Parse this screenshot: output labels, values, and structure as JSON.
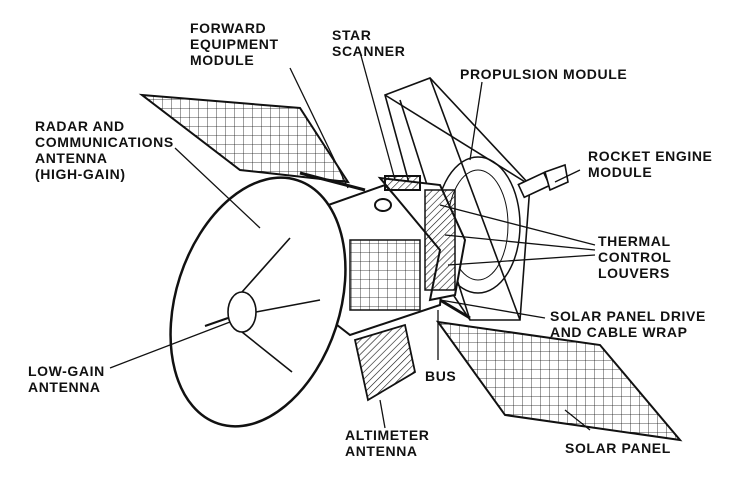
{
  "labels": {
    "forward_equipment_module": "FORWARD\nEQUIPMENT\nMODULE",
    "star_scanner": "STAR\nSCANNER",
    "propulsion_module": "PROPULSION MODULE",
    "radar_antenna": "RADAR AND\nCOMMUNICATIONS\nANTENNA\n(HIGH-GAIN)",
    "rocket_engine_module": "ROCKET ENGINE\nMODULE",
    "thermal_control_louvers": "THERMAL\nCONTROL\nLOUVERS",
    "solar_panel_drive": "SOLAR PANEL DRIVE\nAND CABLE WRAP",
    "low_gain_antenna": "LOW-GAIN\nANTENNA",
    "bus": "BUS",
    "altimeter_antenna": "ALTIMETER\nANTENNA",
    "solar_panel": "SOLAR PANEL"
  },
  "colors": {
    "ink": "#111111",
    "background": "#ffffff"
  }
}
